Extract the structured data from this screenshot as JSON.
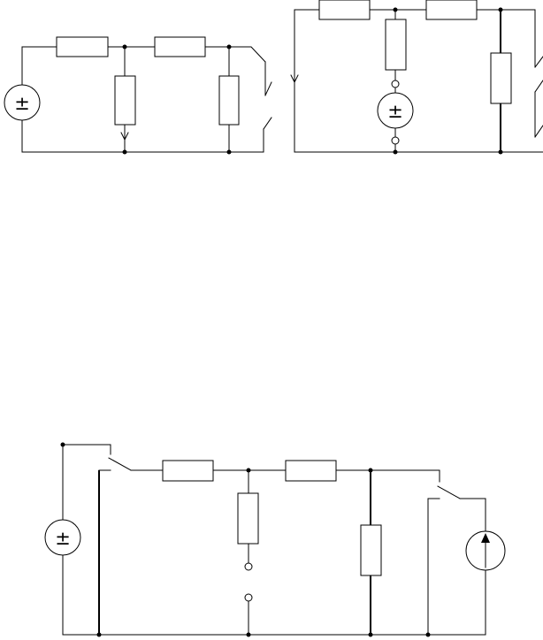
{
  "sources": {
    "left_circuit_voltage_symbol": "±",
    "right_circuit_voltage_symbol": "±",
    "bottom_circuit_voltage_symbol": "±"
  },
  "colors": {
    "stroke": "#000000",
    "background": "#ffffff"
  },
  "icons": {
    "voltage_source": "circle-with-plus-minus",
    "current_source": "circle-with-up-arrow",
    "resistor": "rectangle",
    "switch": "angled-blade",
    "terminal": "open-circle"
  }
}
